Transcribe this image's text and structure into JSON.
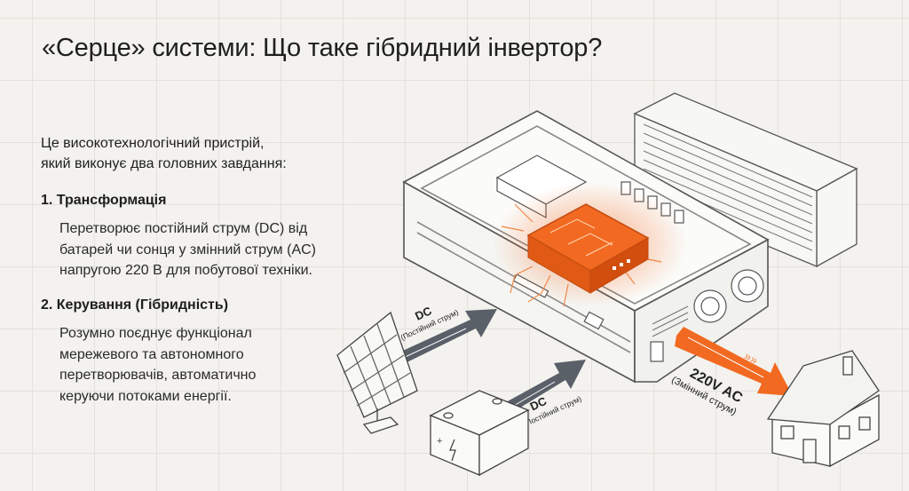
{
  "title": "«Серце» системи: Що таке гібридний інвертор?",
  "intro": [
    "Це високотехнологічний пристрій,",
    "який виконує два головних завдання:"
  ],
  "sections": [
    {
      "heading": "1. Трансформація",
      "lines": [
        "Перетворює постійний струм (DC) від",
        "батарей чи сонця у змінний струм (AC)",
        "напругою 220 В для побутової техніки."
      ]
    },
    {
      "heading": "2. Керування (Гібридність)",
      "lines": [
        "Розумно поєднує функціонал",
        "мережевого та автономного",
        "перетворювачів, автоматично",
        "керуючи потоками енергії."
      ]
    }
  ],
  "diagram": {
    "solar_label": "DC",
    "solar_sub": "(Постійний струм)",
    "battery_label": "DC",
    "battery_sub": "(Постійний струм)",
    "output_label": "220V AC",
    "output_sub": "(Змінний струм)"
  },
  "colors": {
    "accent": "#f26a21",
    "arrow_dark": "#5a6068",
    "background": "#f3f2ee"
  }
}
